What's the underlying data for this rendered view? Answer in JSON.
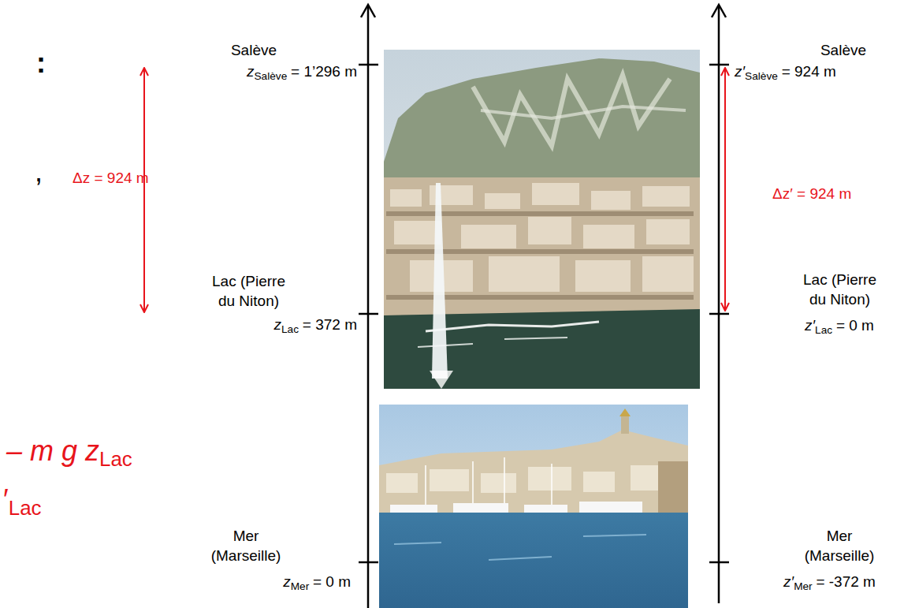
{
  "diagram": {
    "labels": [
      ":",
      ",",
      "– m g z",
      "Lac",
      "′",
      "Lac",
      "Δz = 924 m",
      "Salève",
      "z",
      "Salève",
      "= 1’296 m",
      "Lac (Pierre du Niton)",
      "z",
      "Lac",
      "= 372 m",
      "Mer (Marseille)",
      "z",
      "Mer",
      "= 0 m",
      "Salève",
      "z′",
      "Salève",
      "= 924 m",
      "Δz′ = 924 m",
      "Lac (Pierre du Niton)",
      "z′",
      "Lac",
      "= 0 m",
      "Mer (Marseille)",
      "z′",
      "Mer",
      "= -372 m"
    ]
  }
}
